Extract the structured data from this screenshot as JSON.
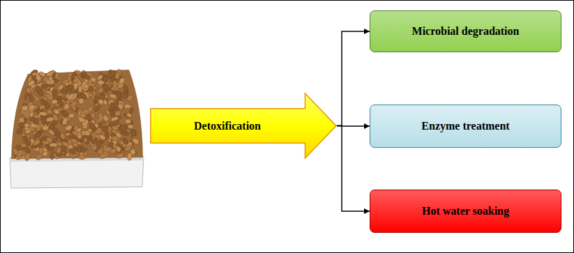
{
  "diagram": {
    "nodes": [
      {
        "text": [
          "Detoxification"
        ]
      },
      {
        "text": [
          "Microbial degradation"
        ]
      },
      {
        "text": [
          "Enzyme treatment"
        ]
      },
      {
        "text": [
          "Hot water soaking"
        ]
      }
    ],
    "edges": [
      {
        "from": 0,
        "to": 1,
        "arrow": "to"
      },
      {
        "from": 0,
        "to": 2,
        "arrow": "to"
      },
      {
        "from": 0,
        "to": 3,
        "arrow": "to"
      }
    ]
  }
}
